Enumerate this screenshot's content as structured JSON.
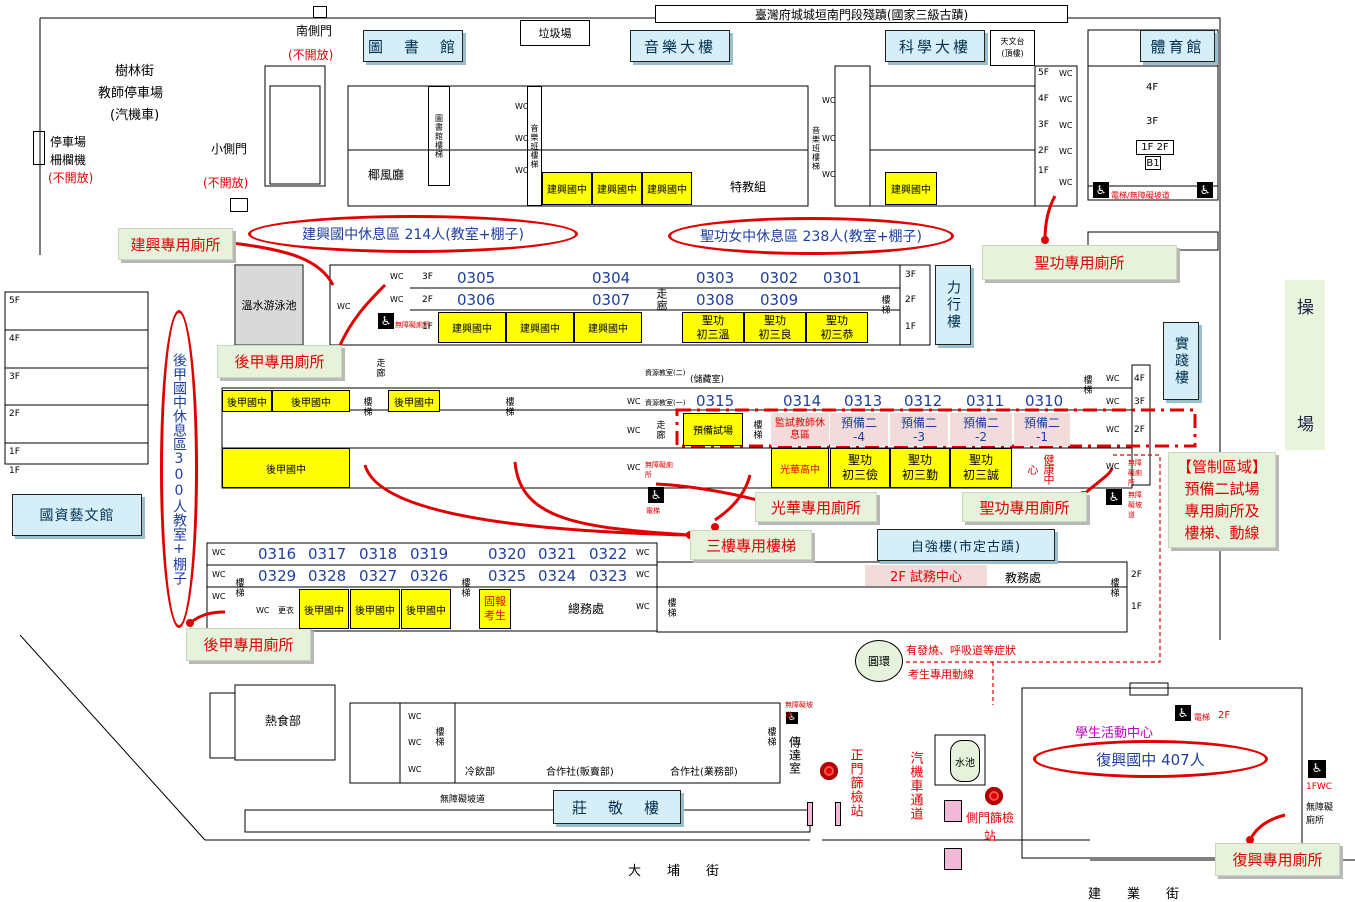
{
  "map": {
    "title": "臺灣府城城垣南門段殘蹟(國家三級古蹟)",
    "buildings": {
      "library": "圖　書　館",
      "music": "音樂大樓",
      "science": "科學大樓",
      "gym": "體育館",
      "lixing": "力行樓",
      "shijian": "實踐樓",
      "ziqiang": "自強樓(市定古蹟)",
      "zhuangjing": "莊　敬　樓",
      "art": "國資藝文館",
      "student_center": "學生活動中心"
    },
    "labels": {
      "shulin": "樹林街",
      "teacher_parking": "教師停車場",
      "scooter": "(汽機車)",
      "parking_gate_1": "停車場",
      "parking_gate_2": "柵欄機",
      "closed": "(不開放)",
      "south_gate": "南側門",
      "small_gate": "小側門",
      "garbage": "垃圾場",
      "observatory": "天文台\n(頂樓)",
      "pool": "溫水游泳池",
      "coconut_hall": "椰風廳",
      "library_stairs": "圖書館樓梯",
      "music_stairs": "音樂班樓梯",
      "music_stairs2": "音樂班樓梯",
      "special_ed": "特教組",
      "corridor": "走廊",
      "corridor2": "走廊",
      "corridor3": "走廊",
      "stairs": "樓梯",
      "resource_2": "資源教室(二)",
      "resource_1": "資源教室(一)",
      "storage": "(儲藏室)",
      "accessible_toilet": "無障礙廁所",
      "elevator": "電梯",
      "elevator_ramp": "電梯/無障礙坡道",
      "exam_center": "2F 試務中心",
      "academic": "教務處",
      "general_affairs": "總務處",
      "late_exam": "固報考生",
      "hot_food": "熱食部",
      "cold_drink": "冷飲部",
      "coop_meal": "合作社(販賣部)",
      "coop_business": "合作社(業務部)",
      "reception": "傳達室",
      "water_pool": "水池",
      "ramp": "無障礙坡道",
      "roundabout": "圓環",
      "vehicle_lane": "汽機車通道",
      "main_gate_station": "正門篩檢站",
      "side_gate_station": "側門篩檢站",
      "fever_line": "有發燒、呼吸道等症狀",
      "fever_line2": "考生專用動線",
      "playground": "操",
      "playground2": "場",
      "dapu": "大　　埔　　街",
      "jianye": "建　　業　　街",
      "changing": "更衣",
      "health": "健康中心",
      "supervisor": "監試教師休息區",
      "prep_room": "預備試場",
      "gym_1f2f": "1F 2F",
      "gym_b1": "B1",
      "gym_3f": "3F",
      "gym_4f": "4F",
      "wc_1f": "1FWC",
      "accessible_toilet2": "無障礙廁所"
    },
    "rooms_row1_top": [
      "0305",
      "0304",
      "0303",
      "0302",
      "0301"
    ],
    "rooms_row1_bottom": [
      "0306",
      "0307",
      "0308",
      "0309"
    ],
    "shenggong_classes": [
      "聖功\n初三溫",
      "聖功\n初三良",
      "聖功\n初三恭"
    ],
    "rooms_row2": [
      "0315",
      "0314",
      "0313",
      "0312",
      "0311",
      "0310"
    ],
    "prep_rooms": [
      "預備二\n-4",
      "預備二\n-3",
      "預備二\n-2",
      "預備二\n-1"
    ],
    "shenggong_row2": [
      "聖功\n初三儉",
      "聖功\n初三勤",
      "聖功\n初三誠"
    ],
    "guanghua": "光華高中",
    "rooms_row3_top": [
      "0316",
      "0317",
      "0318",
      "0319",
      "0320",
      "0321",
      "0322"
    ],
    "rooms_row3_bottom": [
      "0329",
      "0328",
      "0327",
      "0326",
      "0325",
      "0324",
      "0323"
    ],
    "jianxing": "建興國中",
    "houjia": "後甲國中",
    "shenggong_yellow": "建興國中",
    "rest_areas": {
      "jianxing": "建興國中休息區 214人(教室+棚子)",
      "shenggong": "聖功女中休息區 238人(教室+棚子)",
      "houjia": "後甲國中休息區300人教室+棚子",
      "fuxing": "復興國中 407人"
    },
    "toilets": {
      "jianxing": "建興專用廁所",
      "shenggong": "聖功專用廁所",
      "houjia_top": "後甲專用廁所",
      "houjia_bottom": "後甲專用廁所",
      "guanghua": "光華專用廁所",
      "shenggong2": "聖功專用廁所",
      "stairs3": "三樓專用樓梯",
      "fuxing": "復興專用廁所"
    },
    "controlled": "【管制區域】\n預備二試場\n專用廁所及\n樓梯、動線",
    "floors": [
      "5F",
      "4F",
      "3F",
      "2F",
      "1F"
    ],
    "wc": "WC"
  },
  "colors": {
    "accent_red": "#e00000",
    "room_blue": "#1f3f9f",
    "exam_yellow": "#ffff00",
    "building_blue": "#d6eef7",
    "callout_green": "#e6f2dc"
  }
}
